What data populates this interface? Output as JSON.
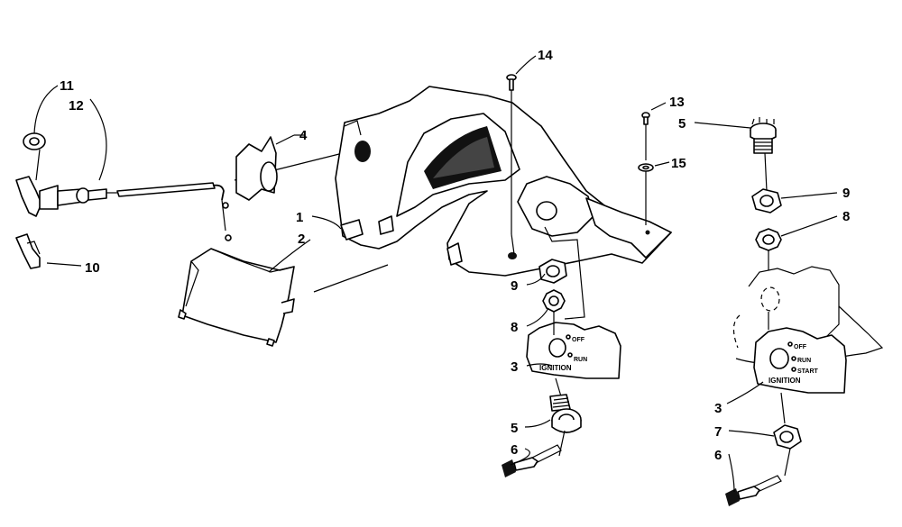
{
  "callouts": [
    {
      "id": "c11",
      "label": "11"
    },
    {
      "id": "c12",
      "label": "12"
    },
    {
      "id": "c10",
      "label": "10"
    },
    {
      "id": "c4",
      "label": "4"
    },
    {
      "id": "c1",
      "label": "1"
    },
    {
      "id": "c2",
      "label": "2"
    },
    {
      "id": "c14",
      "label": "14"
    },
    {
      "id": "c9a",
      "label": "9"
    },
    {
      "id": "c8a",
      "label": "8"
    },
    {
      "id": "c3a",
      "label": "3"
    },
    {
      "id": "c5a",
      "label": "5"
    },
    {
      "id": "c6a",
      "label": "6"
    },
    {
      "id": "c13",
      "label": "13"
    },
    {
      "id": "c15",
      "label": "15"
    },
    {
      "id": "c5b",
      "label": "5"
    },
    {
      "id": "c9b",
      "label": "9"
    },
    {
      "id": "c8b",
      "label": "8"
    },
    {
      "id": "c3b",
      "label": "3"
    },
    {
      "id": "c7",
      "label": "7"
    },
    {
      "id": "c6b",
      "label": "6"
    }
  ],
  "plate_left": {
    "title": "IGNITION",
    "pos1": "OFF",
    "pos2": "RUN"
  },
  "plate_right": {
    "title": "IGNITION",
    "pos1": "OFF",
    "pos2": "RUN",
    "pos3": "START"
  }
}
